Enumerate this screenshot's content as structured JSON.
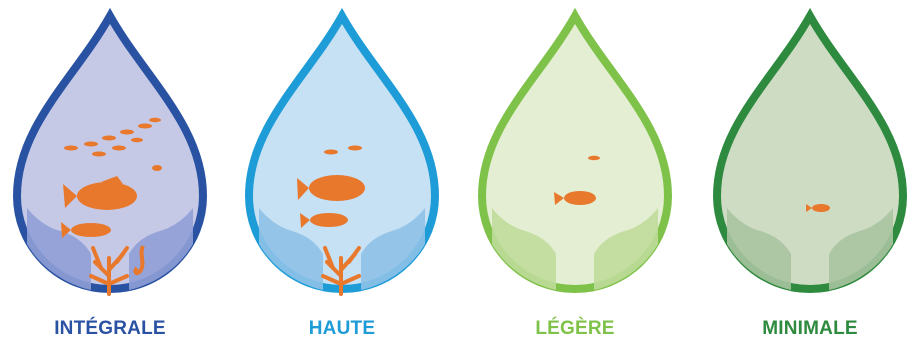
{
  "levels": [
    {
      "label": "INTÉGRALE",
      "color": "#2a52a3",
      "fill": "#c6c9e6",
      "hand": "#8f9fd6",
      "fish": "many",
      "coral": true
    },
    {
      "label": "HAUTE",
      "color": "#1e9cd7",
      "fill": "#c7e1f4",
      "hand": "#8ec2e8",
      "fish": "several",
      "coral": true
    },
    {
      "label": "LÉGÈRE",
      "color": "#7fc24a",
      "fill": "#e3eed2",
      "hand": "#bfdc9a",
      "fish": "few",
      "coral": false
    },
    {
      "label": "MINIMALE",
      "color": "#2e8a3e",
      "fill": "#cfdcc4",
      "hand": "#a9c3a0",
      "fish": "one",
      "coral": false
    }
  ],
  "fish_color": "#e8782c"
}
